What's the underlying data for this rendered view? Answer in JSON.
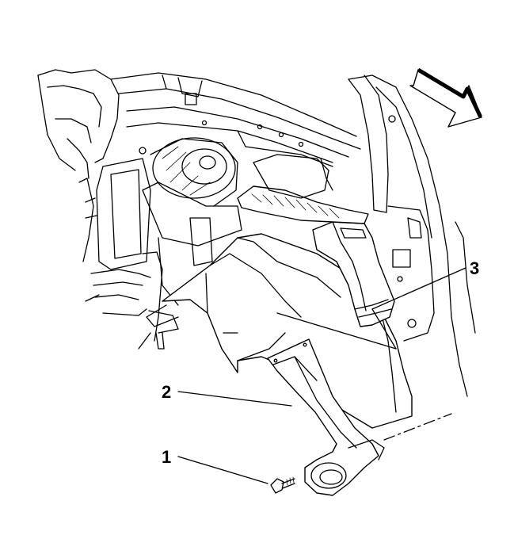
{
  "callouts": [
    {
      "label": "1"
    },
    {
      "label": "2"
    },
    {
      "label": "3"
    }
  ],
  "icons": {
    "direction_arrow": "forward-direction-arrow-icon"
  },
  "colors": {
    "line": "#000000",
    "background": "#ffffff"
  }
}
